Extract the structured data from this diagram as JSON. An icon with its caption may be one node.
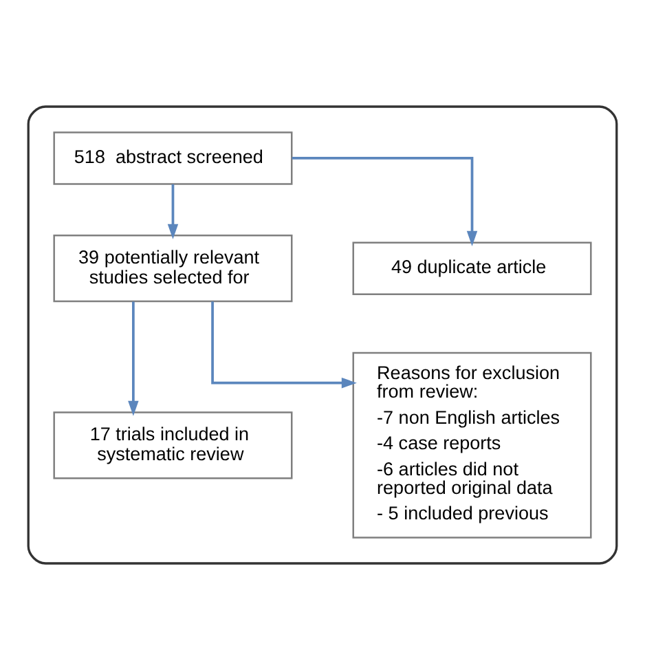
{
  "diagram": {
    "nodes": [
      {
        "text": [],
        "shape": "box"
      },
      {
        "text": [
          "518  abstract screened"
        ],
        "in": 0
      },
      {
        "text": [
          "49 duplicate article"
        ],
        "in": 0
      },
      {
        "text": [
          "39 potentially relevant studies selected for"
        ],
        "in": 0
      },
      {
        "text": [
          "Reasons for exclusion from review:",
          "-7 non English articles",
          "-4 case reports",
          "-6 articles did not reported original data",
          "- 5 included previous"
        ],
        "in": 0
      },
      {
        "text": [
          "17 trials included in systematic review"
        ],
        "in": 0
      }
    ],
    "edges": [
      {
        "from": 1,
        "to": 3,
        "arrow": "to"
      },
      {
        "from": 1,
        "to": 2,
        "arrow": "to"
      },
      {
        "from": 3,
        "to": 5,
        "arrow": "to"
      },
      {
        "from": 3,
        "to": 4,
        "arrow": "to"
      }
    ]
  }
}
